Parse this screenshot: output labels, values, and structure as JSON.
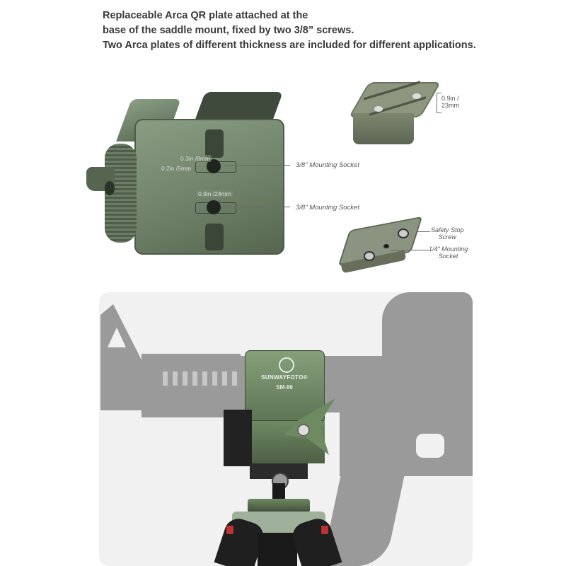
{
  "headline": {
    "lines": [
      "Replaceable Arca QR plate attached at the",
      "base of the saddle mount, fixed by two 3/8” screws.",
      "Two Arca plates of different thickness are included for different applications."
    ]
  },
  "saddle_mount": {
    "dimensions": {
      "width_socket_slot": "0.3in /8mm",
      "height_socket_slot": "0.2in /5mm",
      "socket_spacing": "0.9in /24mm"
    },
    "callouts": [
      "3/8\" Mounting Socket",
      "3/8\" Mounting Socket"
    ]
  },
  "thick_plate": {
    "thickness_label_line1": "0.9in /",
    "thickness_label_line2": "23mm"
  },
  "thin_plate": {
    "callouts": [
      {
        "line1": "Safety Stop",
        "line2": "Screw"
      },
      {
        "line1": "1/4\" Mounting",
        "line2": "Socket"
      }
    ]
  },
  "product_scene": {
    "brand": "SUNWAYFOTO",
    "brand_mark": "®",
    "model": "SM-86",
    "colors": {
      "anodized_green": "#6f8269",
      "rifle_gray": "#9a9a9a",
      "background": "#f1f1f1"
    }
  }
}
